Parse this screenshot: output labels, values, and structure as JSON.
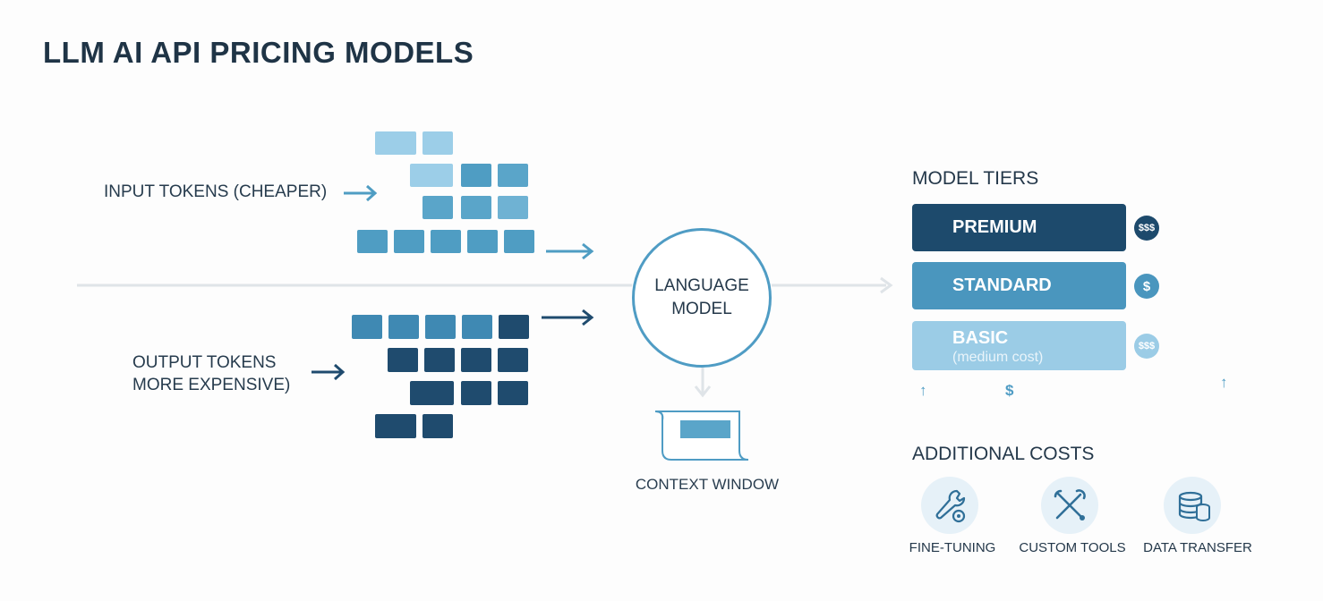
{
  "title": "LLM AI API PRICING MODELS",
  "input_label": "INPUT TOKENS (CHEAPER)",
  "output_label_line1": "OUTPUT TOKENS",
  "output_label_line2": "MORE EXPENSIVE)",
  "model_line1": "LANGUAGE",
  "model_line2": "MODEL",
  "context_window": "CONTEXT WINDOW",
  "tiers": {
    "title": "MODEL TIERS",
    "premium": {
      "label": "PREMIUM",
      "badge": "$$$"
    },
    "standard": {
      "label": "STANDARD",
      "badge": "$"
    },
    "basic": {
      "label": "BASIC",
      "sublabel": "(medium cost)",
      "badge": "$$$"
    },
    "tick_symbols": [
      "↑",
      "$",
      "↑"
    ]
  },
  "additional": {
    "title": "ADDITIONAL COSTS",
    "items": [
      {
        "label": "FINE-TUNING",
        "icon": "wrench-gear-icon"
      },
      {
        "label": "CUSTOM TOOLS",
        "icon": "crossed-tools-icon"
      },
      {
        "label": "DATA TRANSFER",
        "icon": "database-icon"
      }
    ]
  },
  "colors": {
    "input_tokens_light": "#9ccee8",
    "input_tokens": "#4f9dc3",
    "output_tokens": "#1f4b6e",
    "premium": "#1d4a6c",
    "standard": "#4a96be",
    "basic": "#9bcce6",
    "accent": "#4f9cc4"
  }
}
